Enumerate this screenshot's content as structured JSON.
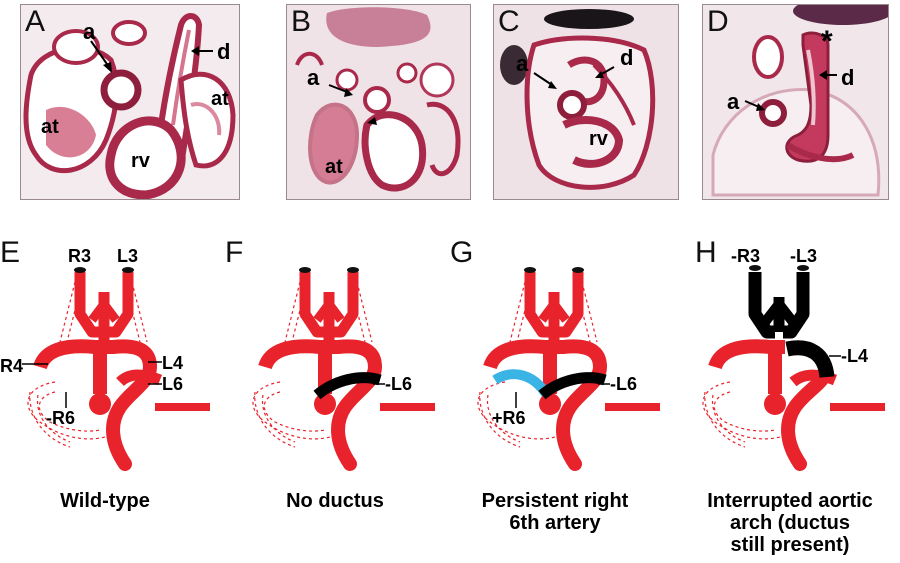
{
  "panels": {
    "A": {
      "letter": "A",
      "labels": {
        "a": "a",
        "d": "d",
        "at1": "at",
        "at2": "at",
        "rv": "rv"
      }
    },
    "B": {
      "letter": "B",
      "labels": {
        "a": "a",
        "at": "at"
      }
    },
    "C": {
      "letter": "C",
      "labels": {
        "a": "a",
        "d": "d",
        "rv": "rv"
      }
    },
    "D": {
      "letter": "D",
      "labels": {
        "a": "a",
        "d": "d",
        "star": "*"
      }
    },
    "E": {
      "letter": "E",
      "labels": {
        "r3": "R3",
        "l3": "L3",
        "r4": "R4",
        "l4": "L4",
        "l6": "L6",
        "r6": "-R6"
      },
      "caption": "Wild-type"
    },
    "F": {
      "letter": "F",
      "labels": {
        "l6": "-L6"
      },
      "caption": "No ductus"
    },
    "G": {
      "letter": "G",
      "labels": {
        "l6": "-L6",
        "r6": "+R6"
      },
      "caption_lines": [
        "Persistent right",
        "6th artery"
      ]
    },
    "H": {
      "letter": "H",
      "labels": {
        "r3": "-R3",
        "l3": "-L3",
        "l4": "-L4"
      },
      "caption_lines": [
        "Interrupted aortic",
        "arch (ductus",
        "still present)"
      ]
    }
  },
  "colors": {
    "artery": "#e8232b",
    "deleted": "#000000",
    "persistent": "#3ab4e5",
    "regressed": "#e8232b",
    "tissue": "#a8294a",
    "tissue_light": "#d6a9b8",
    "background_tissue": "#f1e6ea"
  }
}
